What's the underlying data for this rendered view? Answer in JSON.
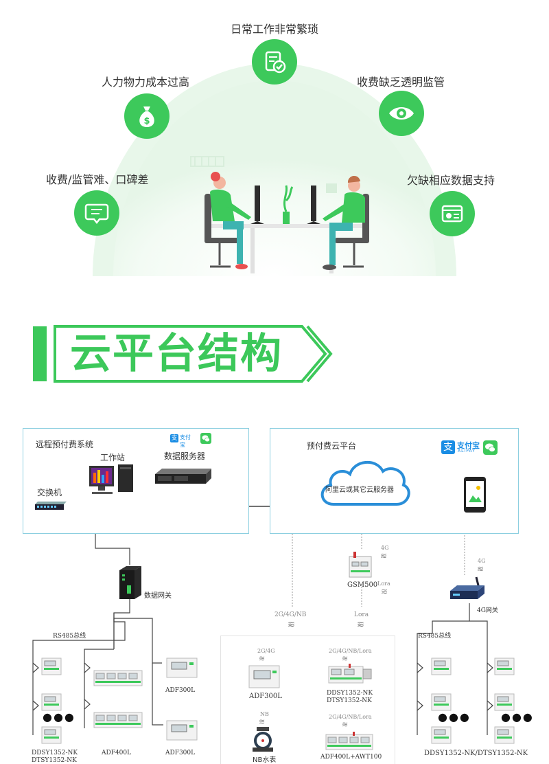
{
  "hero": {
    "top_label": "日常工作非常繁琐",
    "left_top_label": "人力物力成本过高",
    "right_top_label": "收费缺乏透明监管",
    "left_bottom_label": "收费/监管难、口碑差",
    "right_bottom_label": "欠缺相应数据支持"
  },
  "section": {
    "title": "云平台结构"
  },
  "diagram": {
    "left_panel_title": "远程预付费系统",
    "workstation": "工作站",
    "data_server": "数据服务器",
    "switch": "交换机",
    "right_panel_title": "预付费云平台",
    "cloud_label": "阿里云或其它云服务器",
    "alipay": "支付宝",
    "alipay_en": "ALIPAY",
    "gateway_left": "数据网关",
    "rs485_left": "RS485总线",
    "meter_left_a": "DDSY1352-NK",
    "meter_left_b": "DTSY1352-NK",
    "adf400l": "ADF400L",
    "adf300l_top": "ADF300L",
    "adf300l_bottom": "ADF300L",
    "gsm": "GSM500",
    "g4_a": "4G",
    "lora_a": "Lora",
    "g4_b": "4G",
    "gateway_4g": "4G网关",
    "link_2g4gnb": "2G/4G/NB",
    "link_lora": "Lora",
    "mid_adf300l": "ADF300L",
    "mid_adf300l_sig": "2G/4G",
    "mid_ddsy_sig": "2G/4G/NB/Lora",
    "mid_ddsy_a": "DDSY1352-NK",
    "mid_ddsy_b": "DTSY1352-NK",
    "mid_nb_sig": "NB",
    "mid_water": "NB水表",
    "mid_adf400_sig": "2G/4G/NB/Lora",
    "mid_adf400": "ADF400L+AWT100",
    "rs485_right": "RS485总线",
    "meter_right": "DDSY1352-NK/DTSY1352-NK"
  }
}
